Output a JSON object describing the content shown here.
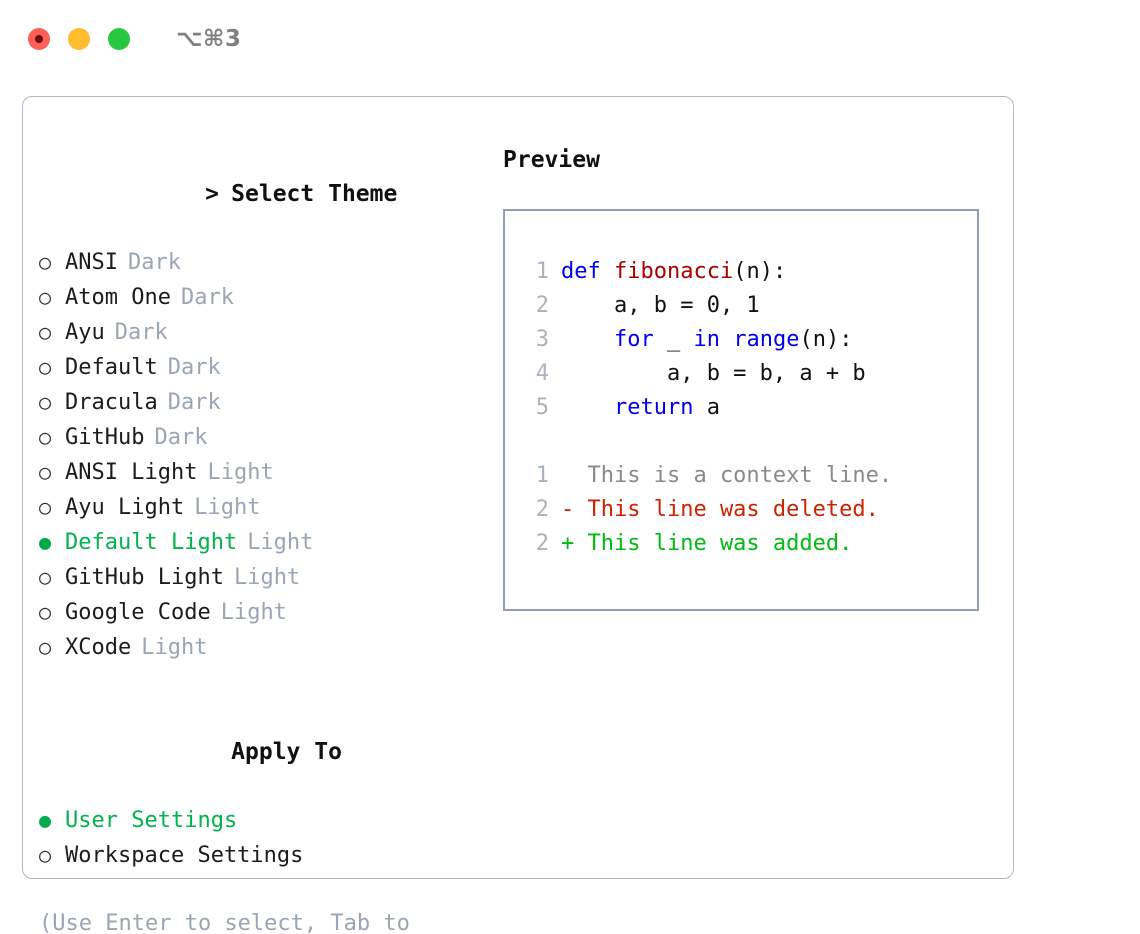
{
  "window": {
    "shortcut": "⌥⌘3",
    "traffic_lights": [
      {
        "name": "close",
        "color": "#fb5f57"
      },
      {
        "name": "minimize",
        "color": "#febc2e"
      },
      {
        "name": "maximize",
        "color": "#27c83f"
      }
    ]
  },
  "theme_section": {
    "marker": ">",
    "title": "Select Theme",
    "selected_glyph": "●",
    "unselected_glyph": "○",
    "items": [
      {
        "label": "ANSI",
        "tag": "Dark",
        "selected": false
      },
      {
        "label": "Atom One",
        "tag": "Dark",
        "selected": false
      },
      {
        "label": "Ayu",
        "tag": "Dark",
        "selected": false
      },
      {
        "label": "Default",
        "tag": "Dark",
        "selected": false
      },
      {
        "label": "Dracula",
        "tag": "Dark",
        "selected": false
      },
      {
        "label": "GitHub",
        "tag": "Dark",
        "selected": false
      },
      {
        "label": "ANSI Light",
        "tag": "Light",
        "selected": false
      },
      {
        "label": "Ayu Light",
        "tag": "Light",
        "selected": false
      },
      {
        "label": "Default Light",
        "tag": "Light",
        "selected": true
      },
      {
        "label": "GitHub Light",
        "tag": "Light",
        "selected": false
      },
      {
        "label": "Google Code",
        "tag": "Light",
        "selected": false
      },
      {
        "label": "XCode",
        "tag": "Light",
        "selected": false
      }
    ]
  },
  "apply_to_section": {
    "marker": " ",
    "title": "Apply To",
    "items": [
      {
        "label": "User Settings",
        "tag": "",
        "selected": true
      },
      {
        "label": "Workspace Settings",
        "tag": "",
        "selected": false
      }
    ]
  },
  "hint": "(Use Enter to select, Tab to change focus)",
  "preview": {
    "title": "Preview",
    "code_lines": [
      {
        "no": "1",
        "tokens": [
          {
            "t": "def ",
            "k": "kw"
          },
          {
            "t": "fibonacci",
            "k": "fn"
          },
          {
            "t": "(n):",
            "k": "plain"
          }
        ]
      },
      {
        "no": "2",
        "tokens": [
          {
            "t": "    a, b = 0, 1",
            "k": "plain"
          }
        ]
      },
      {
        "no": "3",
        "tokens": [
          {
            "t": "    ",
            "k": "plain"
          },
          {
            "t": "for",
            "k": "kw"
          },
          {
            "t": " _ ",
            "k": "plain"
          },
          {
            "t": "in",
            "k": "kw"
          },
          {
            "t": " ",
            "k": "plain"
          },
          {
            "t": "range",
            "k": "kw"
          },
          {
            "t": "(n):",
            "k": "plain"
          }
        ]
      },
      {
        "no": "4",
        "tokens": [
          {
            "t": "        a, b = b, a + b",
            "k": "plain"
          }
        ]
      },
      {
        "no": "5",
        "tokens": [
          {
            "t": "    ",
            "k": "plain"
          },
          {
            "t": "return",
            "k": "kw"
          },
          {
            "t": " a",
            "k": "plain"
          }
        ]
      }
    ],
    "diff_lines": [
      {
        "no": "1",
        "sign": " ",
        "text": " This is a context line.",
        "kind": "ctx"
      },
      {
        "no": "2",
        "sign": "-",
        "text": " This line was deleted.",
        "kind": "del"
      },
      {
        "no": "2",
        "sign": "+",
        "text": " This line was added.",
        "kind": "add"
      }
    ]
  },
  "colors": {
    "accent_green": "#00b34d",
    "diff_added": "#00bb11",
    "diff_deleted": "#cc2200",
    "keyword_blue": "#0000ee",
    "function_red": "#aa0000",
    "muted_gray": "#9aa5b5",
    "border": "#aeb8c6"
  }
}
